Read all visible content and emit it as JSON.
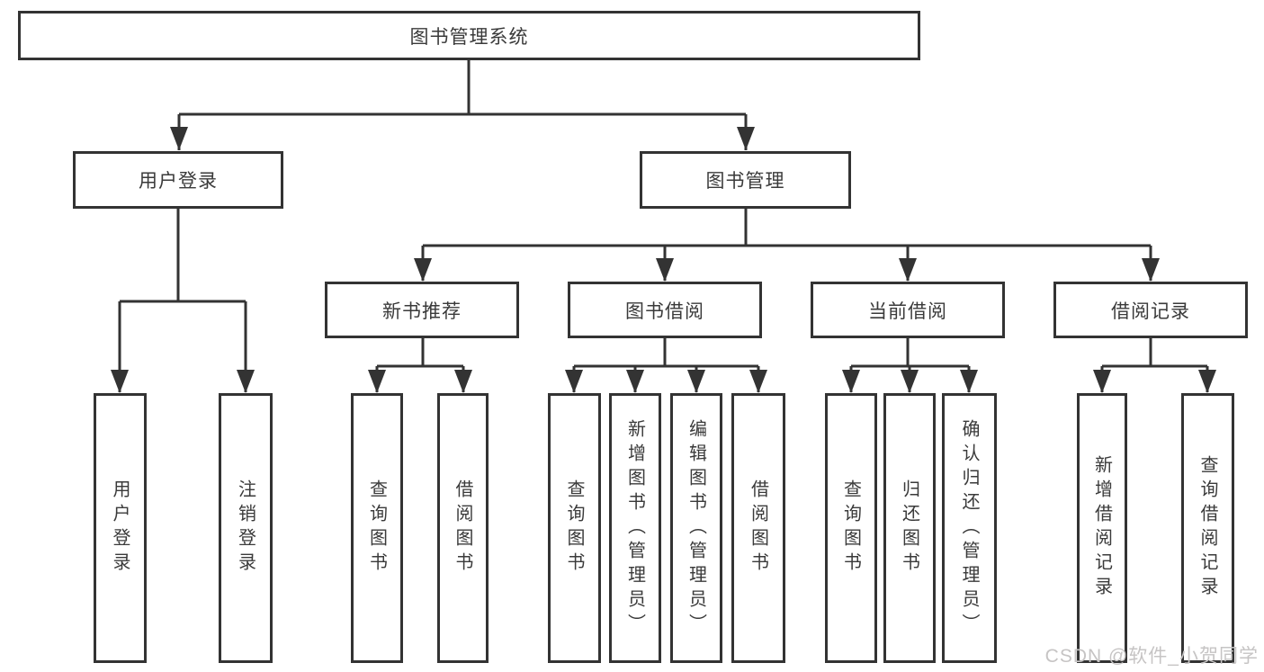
{
  "nodes": {
    "root": "图书管理系统",
    "user_login": "用户登录",
    "book_mgmt": "图书管理",
    "new_book_rec": "新书推荐",
    "book_borrow": "图书借阅",
    "current_borrow": "当前借阅",
    "borrow_records": "借阅记录",
    "leaf_user_login": "用户登录",
    "leaf_logout": "注销登录",
    "leaf_query_books_rec": "查询图书",
    "leaf_borrow_books_rec": "借阅图书",
    "leaf_query_books_borrow": "查询图书",
    "leaf_add_books": "新增图书（管理员）",
    "leaf_edit_books": "编辑图书（管理员）",
    "leaf_borrow_books": "借阅图书",
    "leaf_query_books_current": "查询图书",
    "leaf_return_books": "归还图书",
    "leaf_confirm_return": "确认归还（管理员）",
    "leaf_add_borrow_record": "新增借阅记录",
    "leaf_query_borrow_record": "查询借阅记录"
  },
  "watermark": "CSDN @软件_小贺同学",
  "colors": {
    "line": "#333333",
    "text": "#3a3a3a",
    "watermark": "#c6c4c4",
    "background": "#ffffff"
  }
}
